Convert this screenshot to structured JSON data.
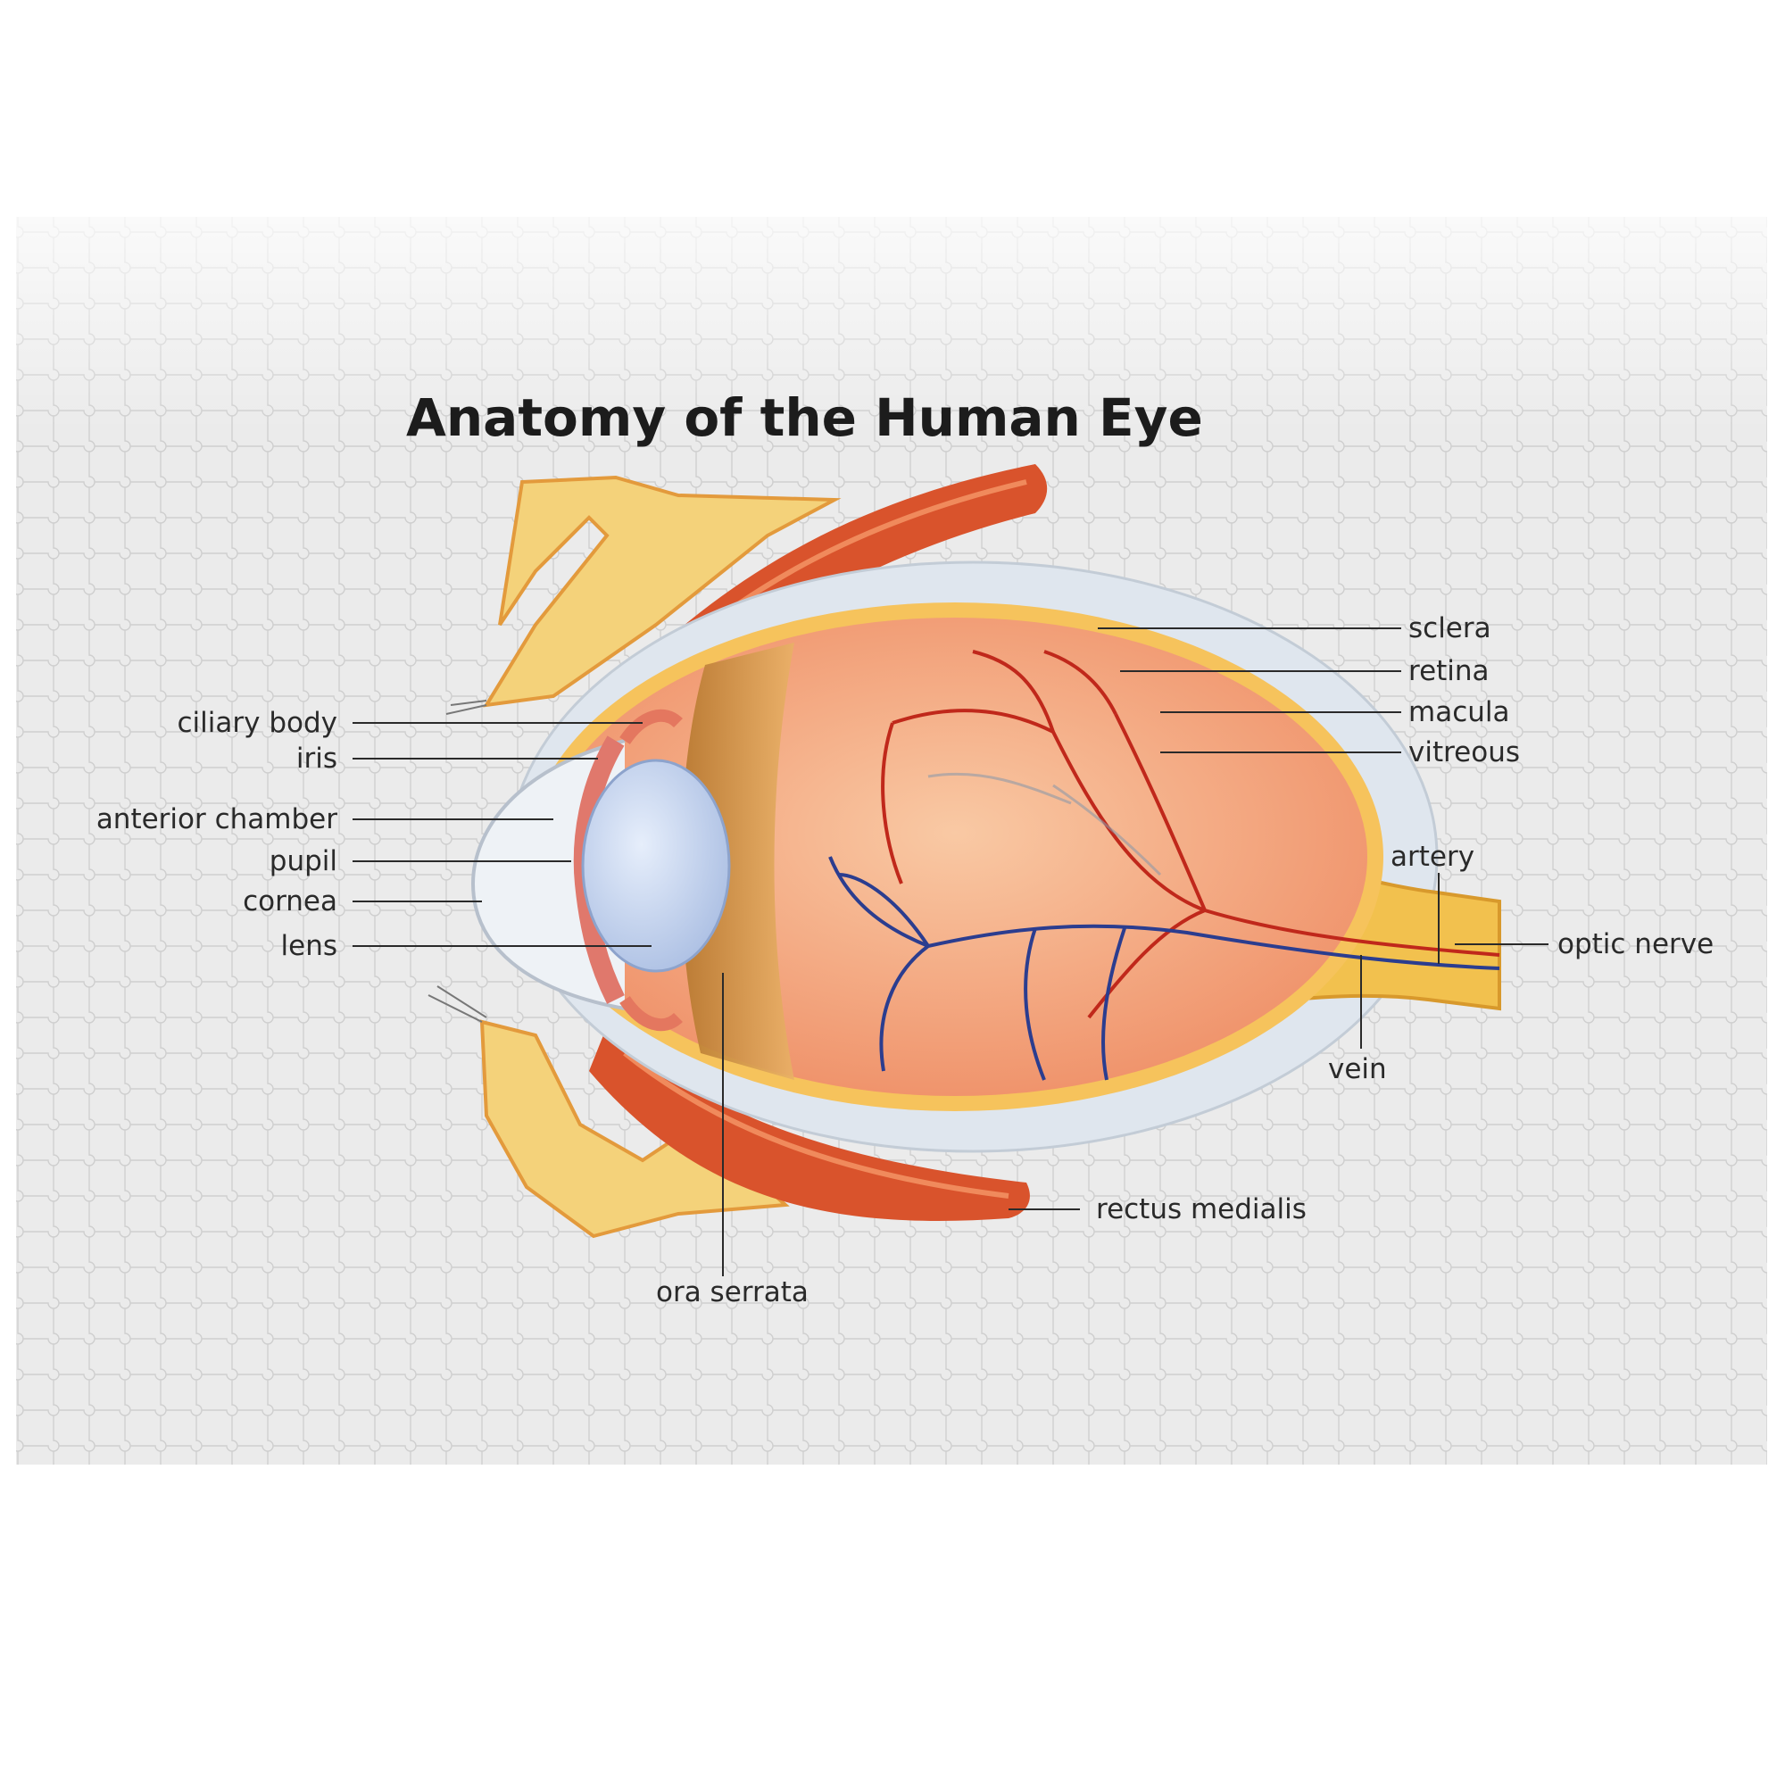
{
  "title": "Anatomy of the Human Eye",
  "labels": {
    "sclera": "sclera",
    "retina": "retina",
    "macula": "macula",
    "vitreous": "vitreous",
    "ciliary_body": "ciliary body",
    "iris": "iris",
    "anterior_chamber": "anterior chamber",
    "pupil": "pupil",
    "cornea": "cornea",
    "lens": "lens",
    "artery": "artery",
    "optic_nerve": "optic nerve",
    "vein": "vein",
    "rectus_medialis": "rectus medialis",
    "ora_serrata": "ora serrata"
  },
  "colors": {
    "puzzle_background": "#e9e9e9",
    "fat_tissue": "#f4d27a",
    "muscle": "#d9532c",
    "eyeball_interior": "#f3a77f",
    "sclera_layer": "#f6c35c",
    "lens": "#c7d6ef",
    "artery": "#c0281b",
    "vein": "#2b3d8f",
    "optic_nerve": "#f2c14e"
  },
  "icons": [
    "jigsaw-puzzle-texture"
  ]
}
